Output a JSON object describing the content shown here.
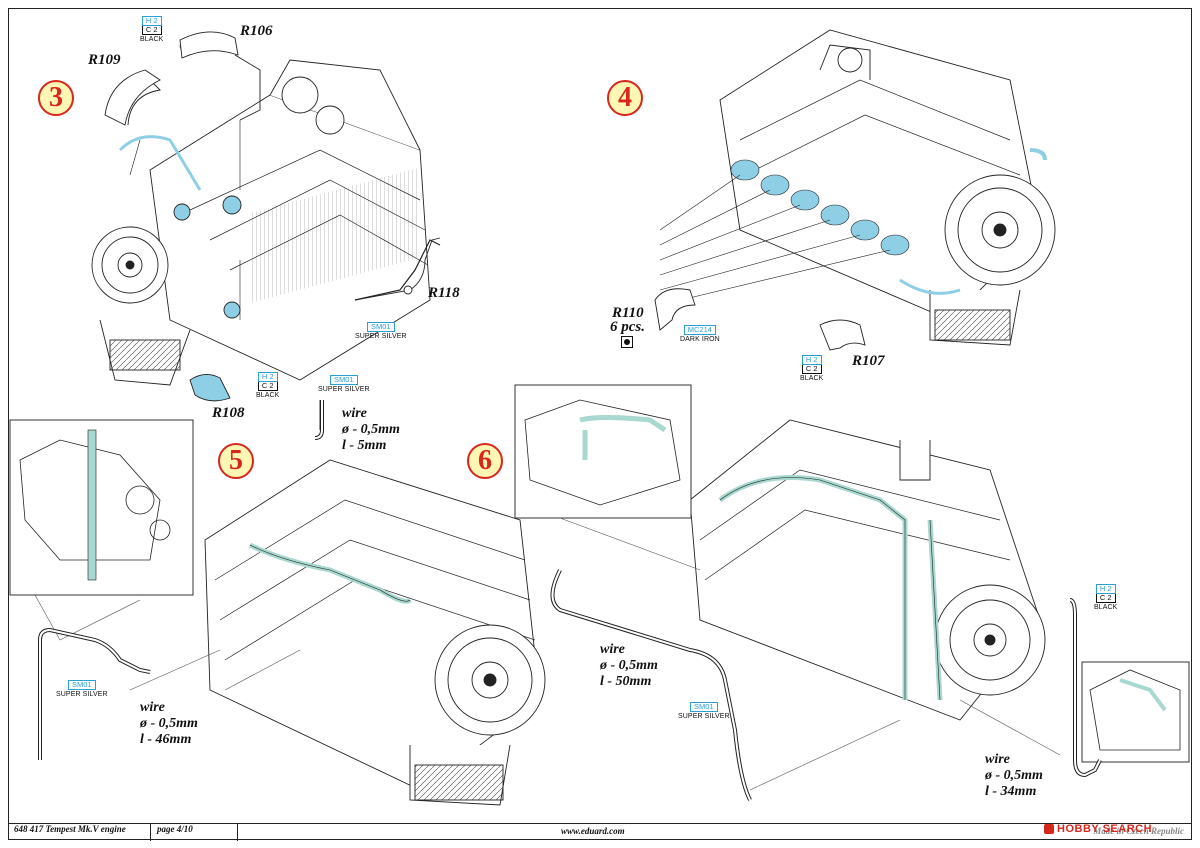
{
  "steps": [
    {
      "id": "step3",
      "number": "3"
    },
    {
      "id": "step4",
      "number": "4"
    },
    {
      "id": "step5",
      "number": "5"
    },
    {
      "id": "step6",
      "number": "6"
    }
  ],
  "parts": {
    "r106": "R106",
    "r109": "R109",
    "r118": "R118",
    "r108": "R108",
    "r110": "R110",
    "r110_qty": "6 pcs.",
    "r107": "R107"
  },
  "paints": {
    "h2_top": {
      "code": "H 2",
      "code2": "C 2",
      "name": "BLACK"
    },
    "sm01_r118": {
      "code": "SM01",
      "name": "SUPER SILVER"
    },
    "h2_r108": {
      "code": "H 2",
      "code2": "C 2",
      "name": "BLACK"
    },
    "mc214": {
      "code": "MC214",
      "name": "DARK IRON"
    },
    "h2_r107": {
      "code": "H 2",
      "code2": "C 2",
      "name": "BLACK"
    },
    "sm01_step5_top": {
      "code": "SM01",
      "name": "SUPER SILVER"
    },
    "sm01_step5_left": {
      "code": "SM01",
      "name": "SUPER SILVER"
    },
    "sm01_step6": {
      "code": "SM01",
      "name": "SUPER SILVER"
    },
    "h2_step6": {
      "code": "H 2",
      "code2": "C 2",
      "name": "BLACK"
    }
  },
  "wires": {
    "w5_top": {
      "label": "wire",
      "dia": "ø - 0,5mm",
      "len": "l - 5mm"
    },
    "w5_bottom": {
      "label": "wire",
      "dia": "ø - 0,5mm",
      "len": "l - 46mm"
    },
    "w6_mid": {
      "label": "wire",
      "dia": "ø - 0,5mm",
      "len": "l - 50mm"
    },
    "w6_right": {
      "label": "wire",
      "dia": "ø - 0,5mm",
      "len": "l - 34mm"
    }
  },
  "footer": {
    "code": "648 417  Tempest Mk.V engine",
    "page": "page 4/10",
    "web": "www.eduard.com",
    "made": "Made in Czech Republic"
  },
  "watermark": "HOBBY SEARCH",
  "colors": {
    "step_ring": "#d9261c",
    "step_fill": "#fff7b3",
    "paint_box": "#2a9fd8",
    "wire_highlight": "#a8d8cf",
    "part_highlight": "#8fcfe6"
  }
}
